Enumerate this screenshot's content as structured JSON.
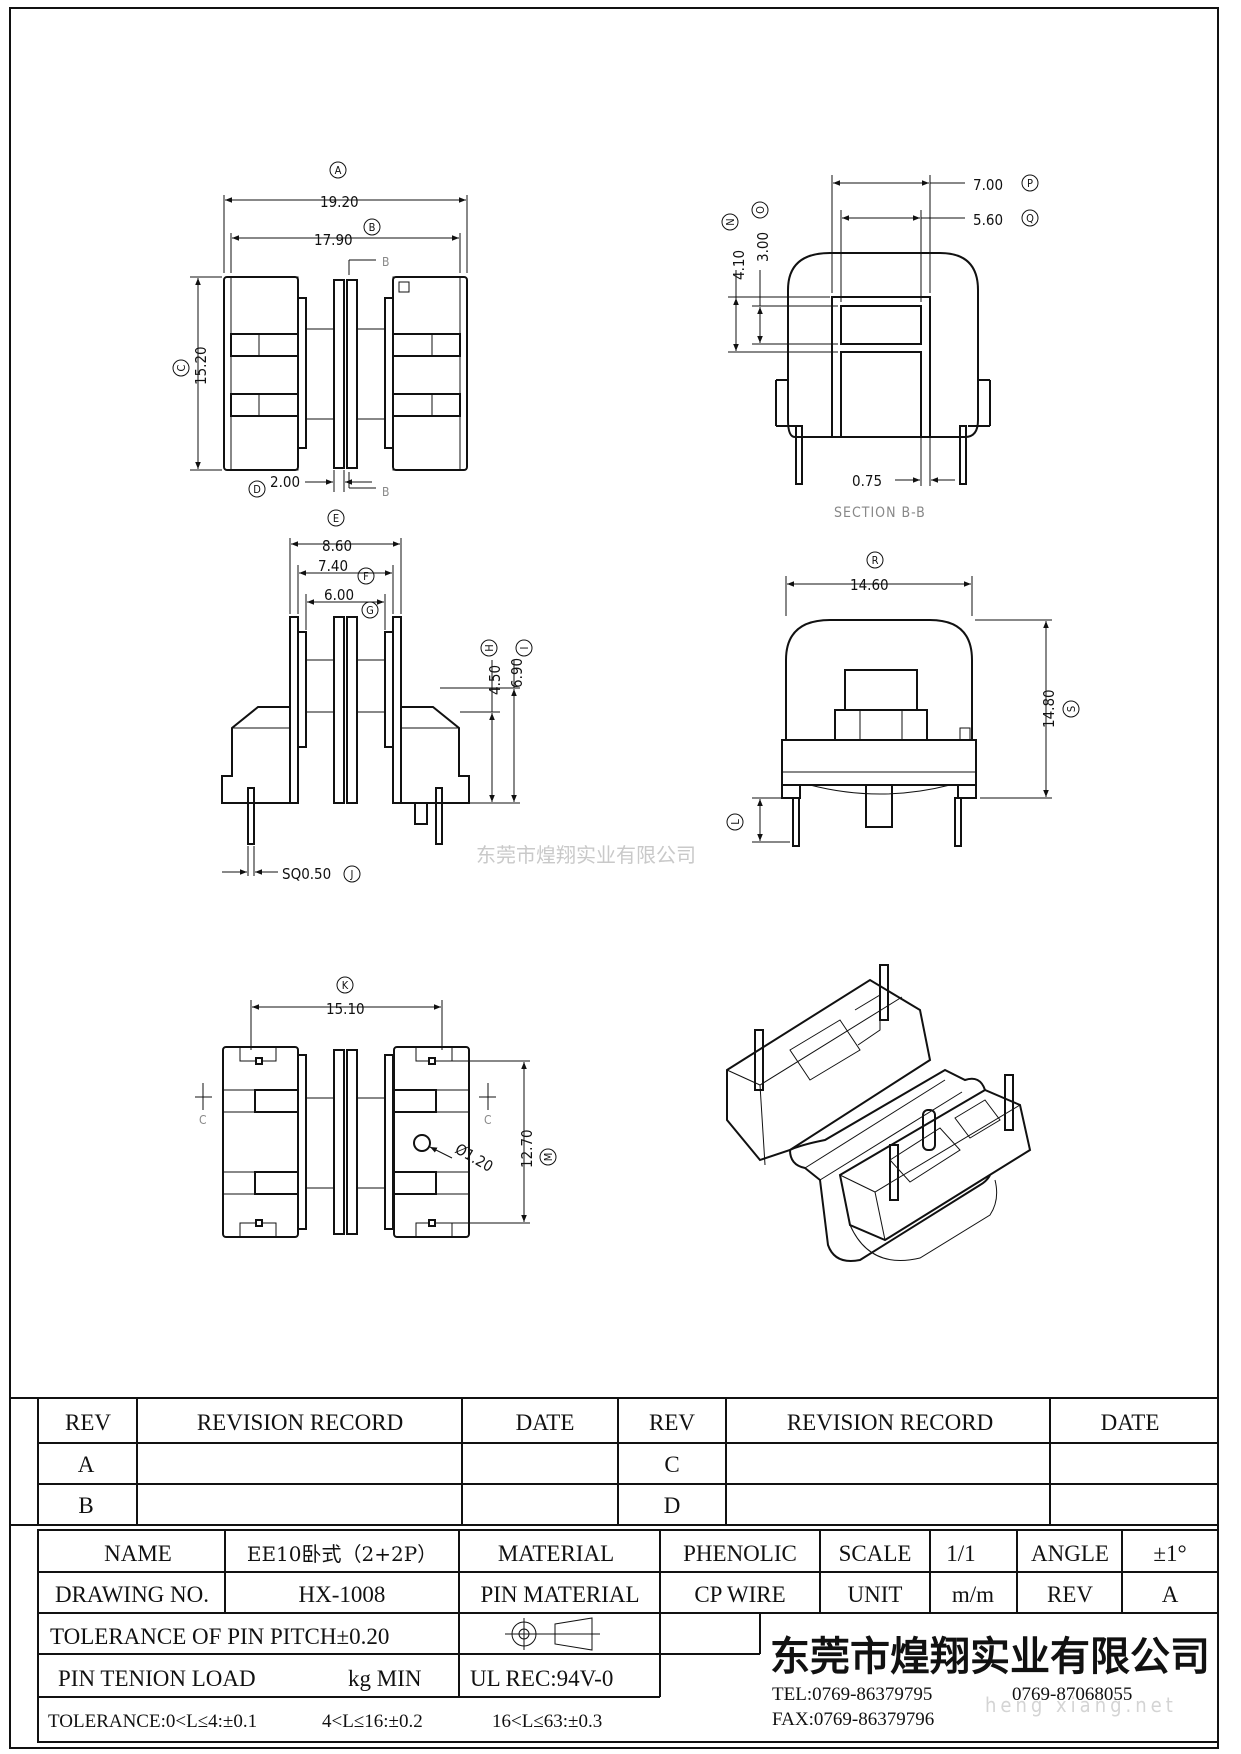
{
  "watermark": {
    "company_cn": "东莞市煌翔实业有限公司",
    "website": "heng xiang.net"
  },
  "view_top": {
    "circle_A": "A",
    "dim_A": "19.20",
    "circle_B": "B",
    "dim_B": "17.90",
    "circle_C": "C",
    "dim_C": "15.20",
    "circle_D": "D",
    "dim_D": "2.00",
    "section_mark": "B"
  },
  "view_section": {
    "circle_N": "N",
    "dim_N": "4.10",
    "circle_O": "O",
    "dim_O": "3.00",
    "circle_P": "P",
    "dim_P": "7.00",
    "circle_Q": "Q",
    "dim_Q": "5.60",
    "dim_wall": "0.75",
    "label": "SECTION B-B"
  },
  "view_front": {
    "circle_E": "E",
    "dim_E": "8.60",
    "circle_F": "F",
    "dim_F": "7.40",
    "circle_G": "G",
    "dim_G": "6.00",
    "circle_H": "H",
    "dim_H": "4.50",
    "circle_I": "I",
    "dim_I": "6.90",
    "circle_J": "J",
    "dim_J": "SQ0.50"
  },
  "view_side": {
    "circle_R": "R",
    "dim_R": "14.60",
    "circle_S": "S",
    "dim_S": "14.80",
    "circle_L": "L"
  },
  "view_bottom": {
    "circle_K": "K",
    "dim_K": "15.10",
    "circle_M": "M",
    "dim_M": "12.70",
    "dim_hole": "Ø1.20",
    "section_mark": "C"
  },
  "revision_table": {
    "headers": [
      "REV",
      "REVISION RECORD",
      "DATE",
      "REV",
      "REVISION RECORD",
      "DATE"
    ],
    "rows": [
      [
        "A",
        "",
        "",
        "C",
        "",
        ""
      ],
      [
        "B",
        "",
        "",
        "D",
        "",
        ""
      ]
    ]
  },
  "title_block": {
    "name_label": "NAME",
    "name_value": "EE10卧式（2+2P）",
    "material_label": "MATERIAL",
    "material_value": "PHENOLIC",
    "scale_label": "SCALE",
    "scale_value": "1/1",
    "angle_label": "ANGLE",
    "angle_value": "±1°",
    "drawing_no_label": "DRAWING NO.",
    "drawing_no_value": "HX-1008",
    "pin_material_label": "PIN MATERIAL",
    "pin_material_value": "CP WIRE",
    "unit_label": "UNIT",
    "unit_value": "m/m",
    "rev_label": "REV",
    "rev_value": "A",
    "pin_pitch_tolerance": "TOLERANCE OF PIN PITCH±0.20",
    "pin_tension_label": "PIN TENION LOAD",
    "pin_tension_value": "kg MIN",
    "ul_rec": "UL REC:94V-0",
    "tolerance_1": "TOLERANCE:0<L≤4:±0.1",
    "tolerance_2": "4<L≤16:±0.2",
    "tolerance_3": "16<L≤63:±0.3",
    "company": "东莞市煌翔实业有限公司",
    "tel_1": "TEL:0769-86379795",
    "tel_2": "0769-87068055",
    "fax": "FAX:0769-86379796"
  }
}
